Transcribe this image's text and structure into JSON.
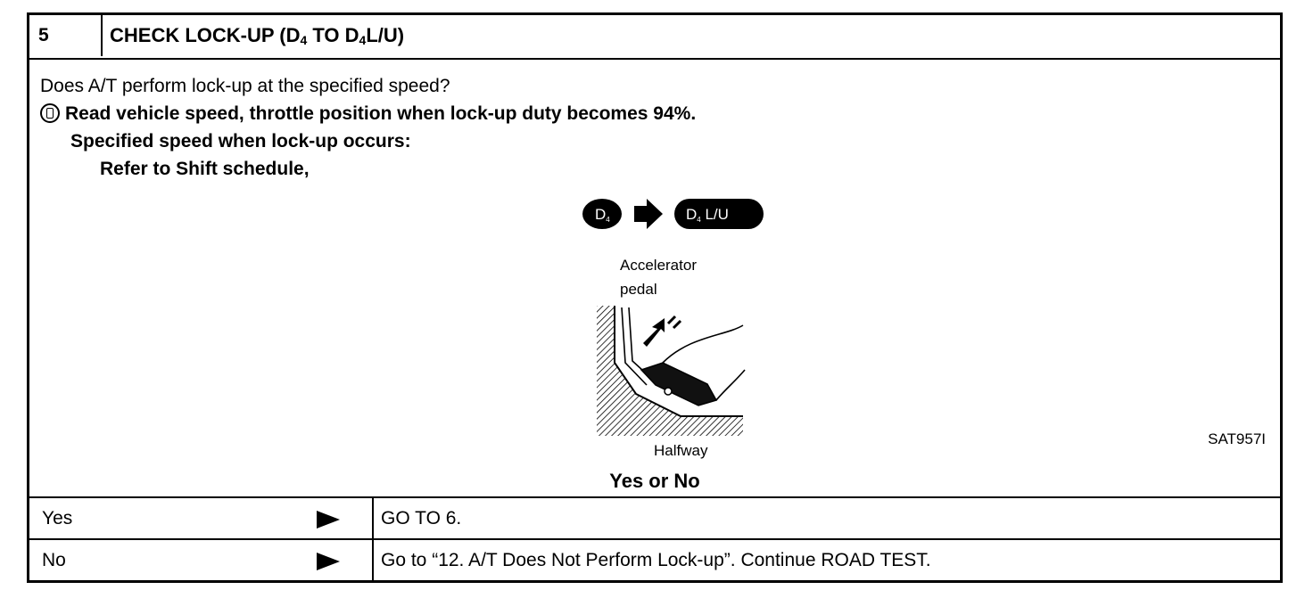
{
  "header": {
    "step_number": "5",
    "title_prefix": "CHECK LOCK-UP (D",
    "title_sub1": "4",
    "title_mid": " TO D",
    "title_sub2": "4",
    "title_suffix": "L/U)"
  },
  "instructions": {
    "question": "Does A/T perform lock-up at the specified speed?",
    "consult_step": "Read vehicle speed, throttle position when lock-up duty becomes 94%.",
    "spec_label": "Specified speed when lock-up occurs:",
    "spec_value": "Refer to Shift schedule,"
  },
  "illustration": {
    "from_gear": "D",
    "from_gear_sub": "4",
    "to_gear": "D",
    "to_gear_sub": "4",
    "to_gear_suffix": " L/U",
    "pedal_label_line1": "Accelerator",
    "pedal_label_line2": "pedal",
    "position_label": "Halfway",
    "figure_code": "SAT957I"
  },
  "prompt": "Yes or No",
  "results": [
    {
      "answer": "Yes",
      "action": "GO TO 6."
    },
    {
      "answer": "No",
      "action": "Go to “12. A/T Does Not Perform Lock-up”. Continue ROAD TEST."
    }
  ]
}
